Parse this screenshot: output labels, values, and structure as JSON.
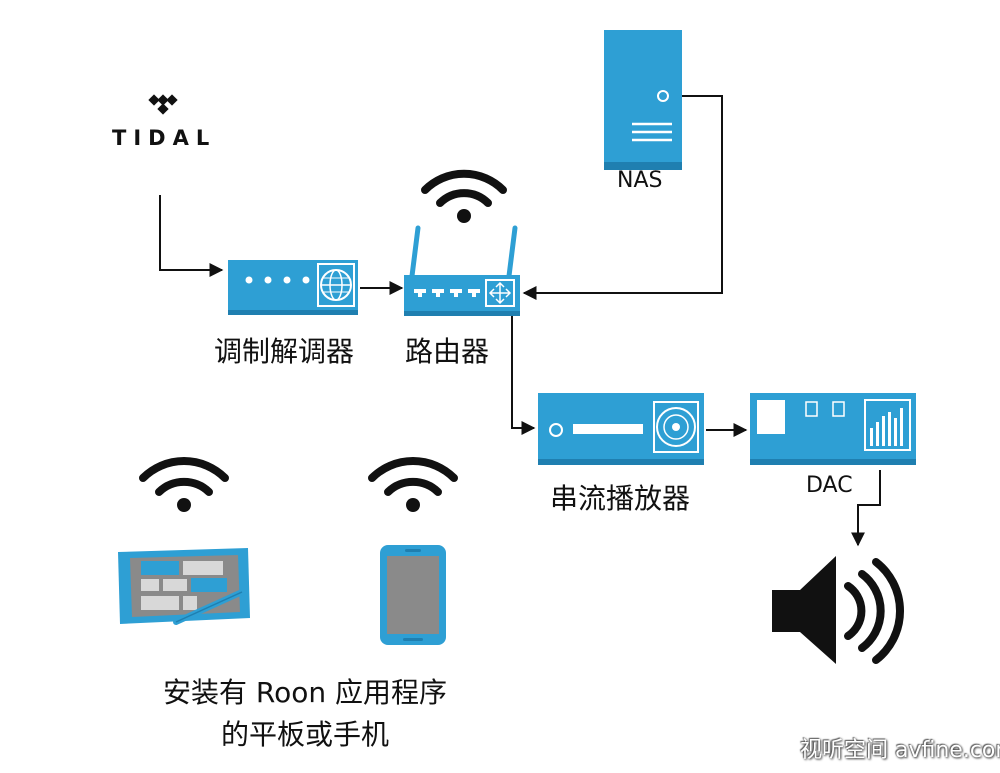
{
  "colors": {
    "device_blue": "#2e9fd4",
    "device_dark": "#1f7fb0",
    "tablet_gray": "#8a8a8a",
    "line": "#111111"
  },
  "nodes": {
    "tidal": "TIDAL",
    "nas": "NAS",
    "modem": "调制解调器",
    "router": "路由器",
    "streamer": "串流播放器",
    "dac": "DAC"
  },
  "caption": {
    "line1": "安装有 Roon 应用程序",
    "line2": "的平板或手机"
  },
  "watermark": "视听空间 avfine.com",
  "icons": [
    "tidal-logo-icon",
    "wifi-icon",
    "server-icon",
    "modem-icon",
    "router-icon",
    "streamer-icon",
    "dac-icon",
    "tablet-icon",
    "phone-icon",
    "speaker-icon"
  ]
}
